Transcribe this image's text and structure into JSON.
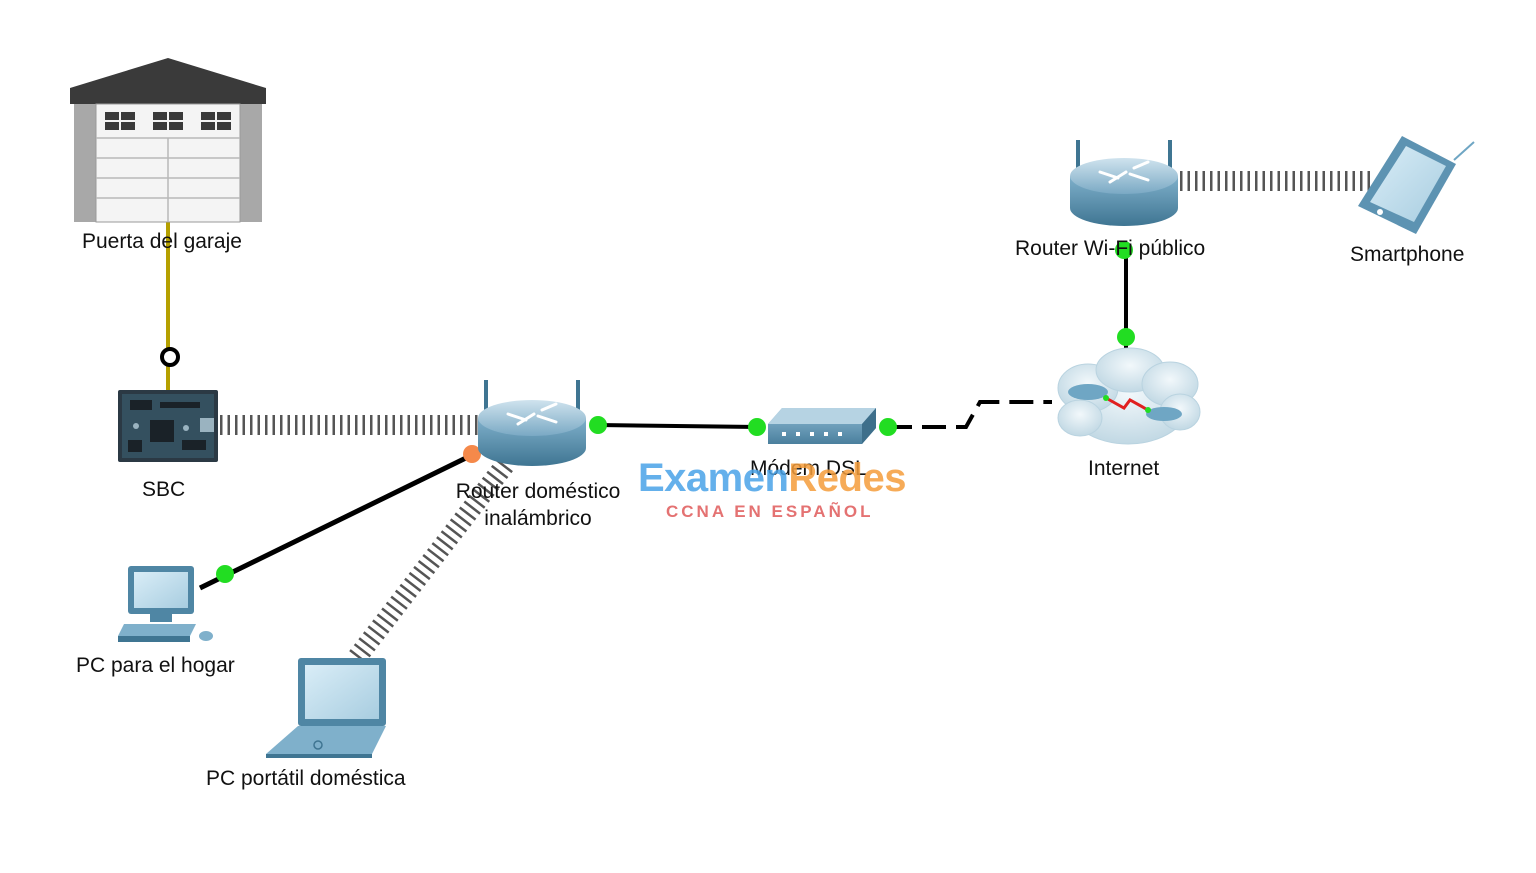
{
  "diagram": {
    "devices": {
      "garage": {
        "label": "Puerta del garaje",
        "icon": "garage-door-icon"
      },
      "sbc": {
        "label": "SBC",
        "icon": "sbc-board-icon"
      },
      "home_router": {
        "label_line1": "Router doméstico",
        "label_line2": "inalámbrico",
        "icon": "wireless-router-icon"
      },
      "home_pc": {
        "label": "PC para el hogar",
        "icon": "desktop-pc-icon"
      },
      "laptop": {
        "label": "PC portátil doméstica",
        "icon": "laptop-icon"
      },
      "dsl_modem": {
        "label": "Módem DSL",
        "icon": "dsl-modem-icon"
      },
      "internet": {
        "label": "Internet",
        "icon": "internet-cloud-icon"
      },
      "public_router": {
        "label": "Router Wi-Fi público",
        "icon": "wireless-router-icon"
      },
      "smartphone": {
        "label": "Smartphone",
        "icon": "smartphone-icon"
      }
    },
    "links": [
      {
        "from": "garage",
        "to": "sbc",
        "kind": "iot-custom-cable"
      },
      {
        "from": "sbc",
        "to": "home_router",
        "kind": "wireless"
      },
      {
        "from": "home_router",
        "to": "dsl_modem",
        "kind": "copper-straight"
      },
      {
        "from": "home_router",
        "to": "home_pc",
        "kind": "copper-straight"
      },
      {
        "from": "home_router",
        "to": "laptop",
        "kind": "wireless"
      },
      {
        "from": "dsl_modem",
        "to": "internet",
        "kind": "phone-line"
      },
      {
        "from": "internet",
        "to": "public_router",
        "kind": "copper-straight"
      },
      {
        "from": "public_router",
        "to": "smartphone",
        "kind": "wireless"
      }
    ],
    "colors": {
      "link_up": "#22dd22",
      "link_pending": "#f5894a",
      "iot_cable": "#b5a000",
      "device_blue": "#6fa6c4"
    }
  },
  "watermark": {
    "part1": "Examen",
    "part2": "Redes",
    "subtitle": "CCNA EN ESPAÑOL",
    "color_blue": "#4aa3e8",
    "color_orange": "#f59d3b",
    "color_red": "#e05a5a"
  }
}
